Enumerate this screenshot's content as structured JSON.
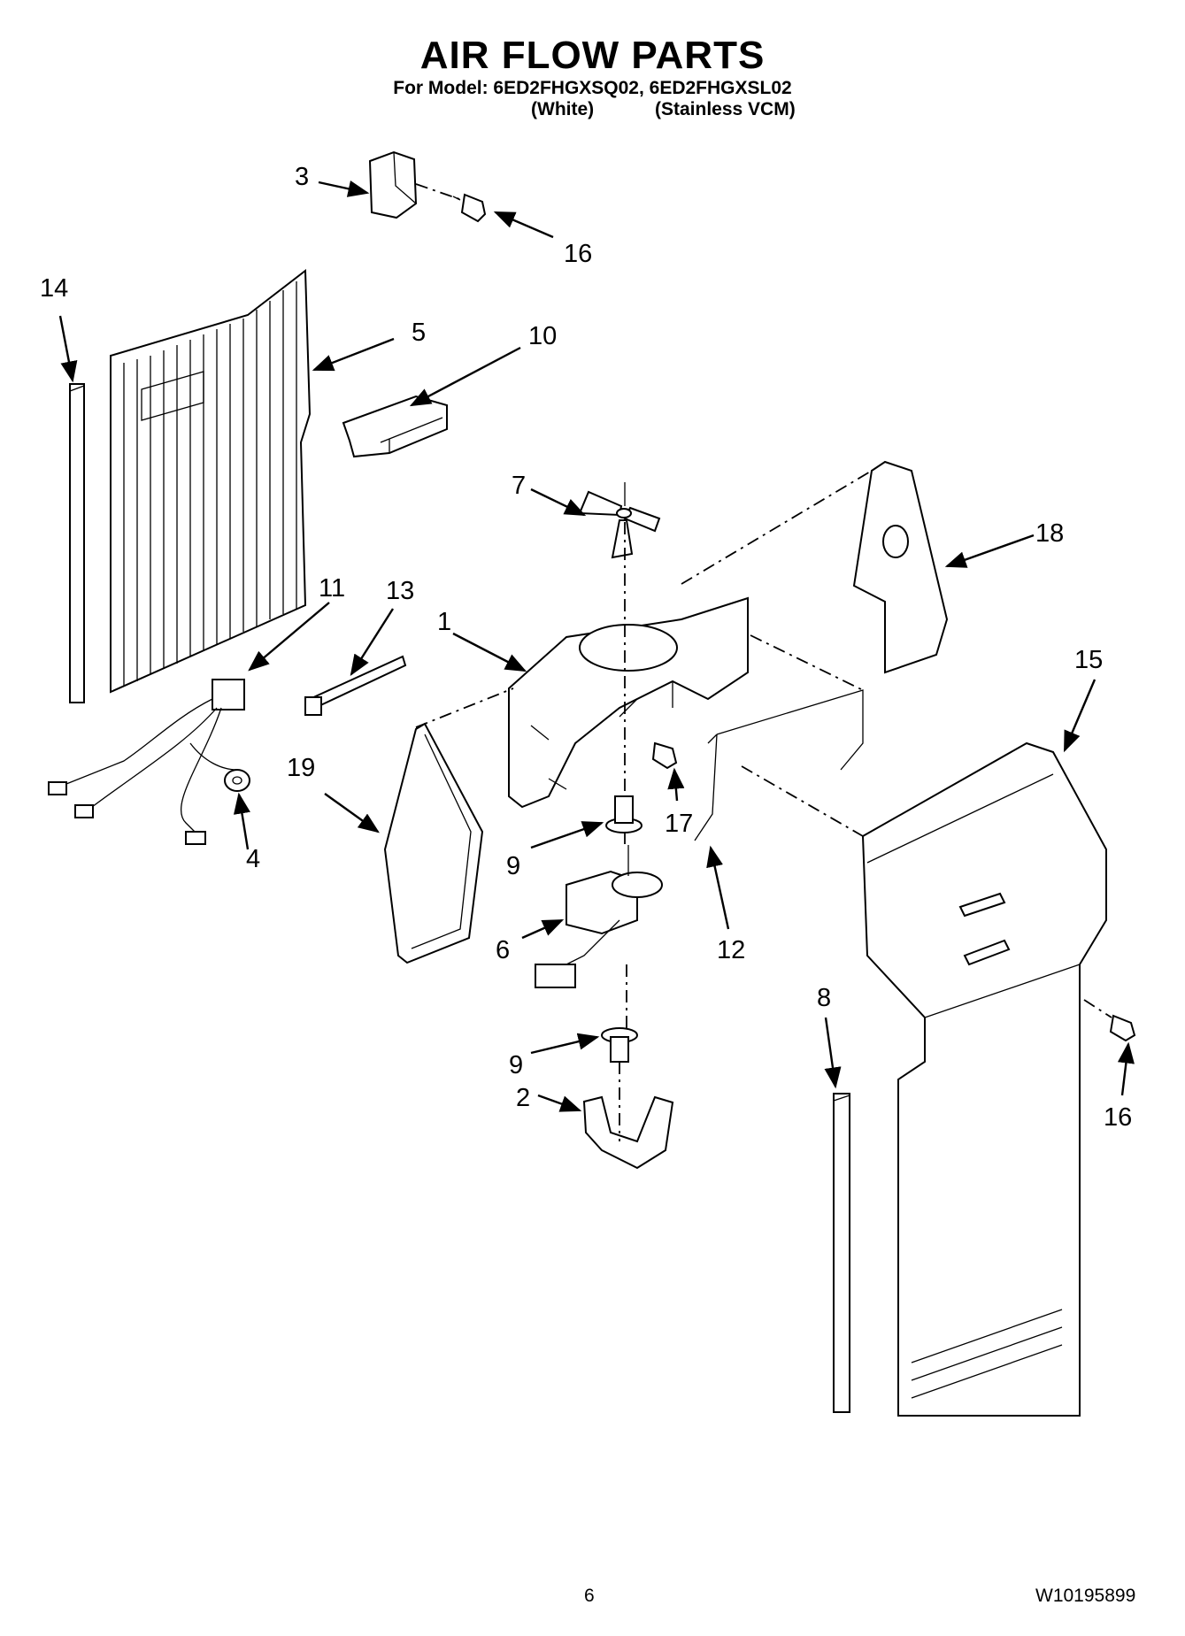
{
  "header": {
    "title": "AIR FLOW PARTS",
    "model_line": "For Model: 6ED2FHGXSQ02, 6ED2FHGXSL02",
    "variant_1": "(White)",
    "variant_2": "(Stainless VCM)"
  },
  "callouts": {
    "c1": "1",
    "c2": "2",
    "c3": "3",
    "c4": "4",
    "c5": "5",
    "c6": "6",
    "c7": "7",
    "c8": "8",
    "c9a": "9",
    "c9b": "9",
    "c10": "10",
    "c11": "11",
    "c12": "12",
    "c13": "13",
    "c14": "14",
    "c15": "15",
    "c16a": "16",
    "c16b": "16",
    "c17": "17",
    "c18": "18",
    "c19": "19"
  },
  "footer": {
    "page_number": "6",
    "document_number": "W10195899"
  }
}
